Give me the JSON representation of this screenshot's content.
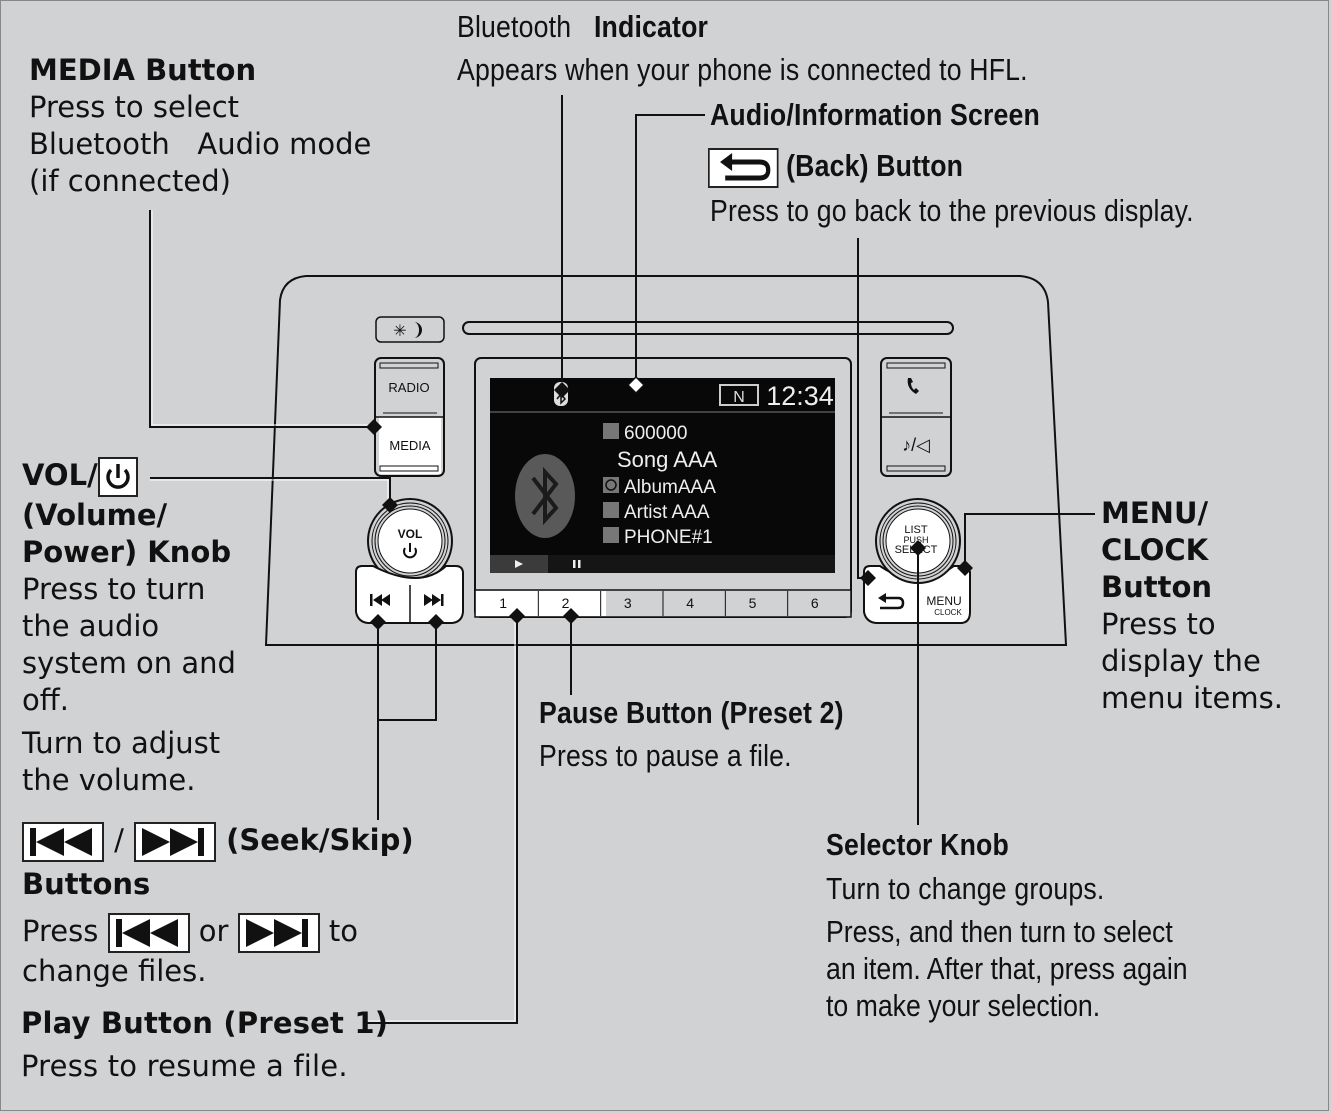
{
  "callouts": {
    "bluetooth_indicator": {
      "title_prefix": "Bluetooth",
      "title_bold": "Indicator",
      "desc": "Appears when your phone is connected to HFL."
    },
    "media_button": {
      "title": "MEDIA Button",
      "desc_lines": [
        "Press to select",
        "Bluetooth   Audio mode",
        "(if connected)"
      ]
    },
    "audio_screen": {
      "title": "Audio/Information Screen"
    },
    "back_button": {
      "icon": "back-arrow-icon",
      "title": "(Back) Button",
      "desc": "Press to go back to the previous display."
    },
    "vol_knob": {
      "title_prefix": "VOL/",
      "icon": "power-icon",
      "title_lines": [
        "(Volume/",
        "Power) Knob"
      ],
      "desc1_lines": [
        "Press to turn",
        "the audio",
        "system on and",
        "off."
      ],
      "desc2_lines": [
        "Turn to adjust",
        "the volume."
      ]
    },
    "seek_skip": {
      "separator": "/",
      "title_suffix": "(Seek/Skip)",
      "title_line2": "Buttons",
      "desc_press": "Press",
      "desc_or": "or",
      "desc_to": "to",
      "desc_line2": "change files."
    },
    "play_button": {
      "title": "Play Button (Preset 1)",
      "desc": "Press to resume a file."
    },
    "pause_button": {
      "title": "Pause Button (Preset 2)",
      "desc": "Press to pause a file."
    },
    "menu_clock": {
      "title_lines": [
        "MENU/",
        "CLOCK",
        "Button"
      ],
      "desc_lines": [
        "Press to",
        "display the",
        "menu items."
      ]
    },
    "selector_knob": {
      "title": "Selector Knob",
      "desc1": "Turn to change groups.",
      "desc2_lines": [
        "Press, and then turn to select",
        "an item. After that, press again",
        "to make your selection."
      ]
    }
  },
  "panel": {
    "radio_label": "RADIO",
    "media_label": "MEDIA",
    "vol_label": "VOL",
    "list_label": "LIST",
    "push_label": "PUSH",
    "select_label": "SELECT",
    "menu_label": "MENU",
    "clock_label": "CLOCK",
    "presets": [
      "1",
      "2",
      "3",
      "4",
      "5",
      "6"
    ],
    "screen": {
      "mode_badge": "N",
      "time": "12:34",
      "track_number": "600000",
      "song": "Song AAA",
      "album": "AlbumAAA",
      "artist": "Artist AAA",
      "phone": "PHONE#1"
    }
  }
}
